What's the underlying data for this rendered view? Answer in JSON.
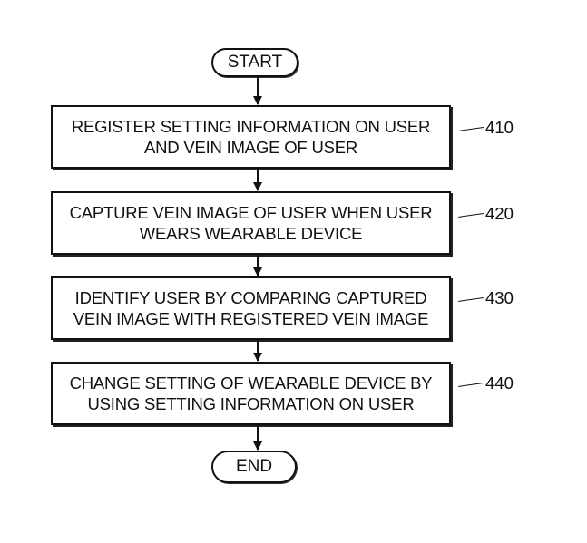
{
  "flowchart": {
    "start_label": "START",
    "end_label": "END",
    "steps": [
      {
        "ref": "410",
        "lines": [
          "REGISTER SETTING INFORMATION ON USER",
          "AND VEIN IMAGE OF USER"
        ]
      },
      {
        "ref": "420",
        "lines": [
          "CAPTURE VEIN IMAGE OF USER WHEN USER",
          "WEARS WEARABLE DEVICE"
        ]
      },
      {
        "ref": "430",
        "lines": [
          "IDENTIFY USER BY COMPARING CAPTURED",
          "VEIN IMAGE WITH REGISTERED VEIN IMAGE"
        ]
      },
      {
        "ref": "440",
        "lines": [
          "CHANGE SETTING OF WEARABLE DEVICE BY",
          "USING SETTING INFORMATION ON USER"
        ]
      }
    ]
  }
}
